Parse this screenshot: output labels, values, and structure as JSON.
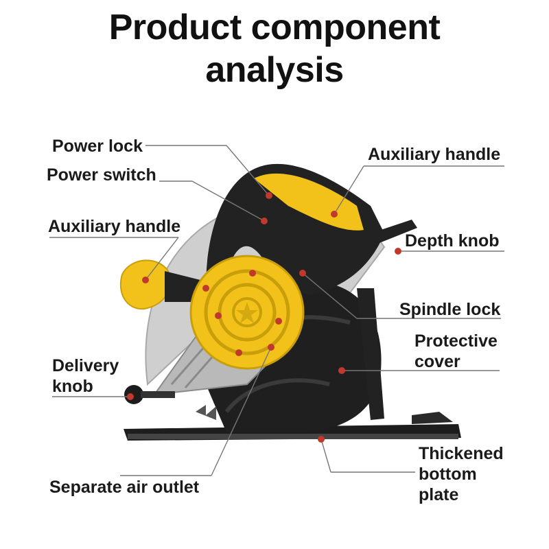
{
  "title": {
    "line1": "Product component",
    "line2": "analysis"
  },
  "labels": {
    "power_lock": "Power lock",
    "power_switch": "Power switch",
    "aux_handle_left": "Auxiliary handle",
    "aux_handle_right": "Auxiliary handle",
    "depth_knob": "Depth knob",
    "spindle_lock": "Spindle lock",
    "protective_cover_1": "Protective",
    "protective_cover_2": "cover",
    "delivery_knob_1": "Delivery",
    "delivery_knob_2": "knob",
    "air_outlet": "Separate air outlet",
    "bottom_plate_1": "Thickened",
    "bottom_plate_2": "bottom",
    "bottom_plate_3": "plate"
  },
  "colors": {
    "body_yellow": "#f2c21a",
    "body_black": "#1e1e1e",
    "metal_grey": "#c9c9c9",
    "marker_red": "#c0392b",
    "leader_line": "#777777"
  }
}
